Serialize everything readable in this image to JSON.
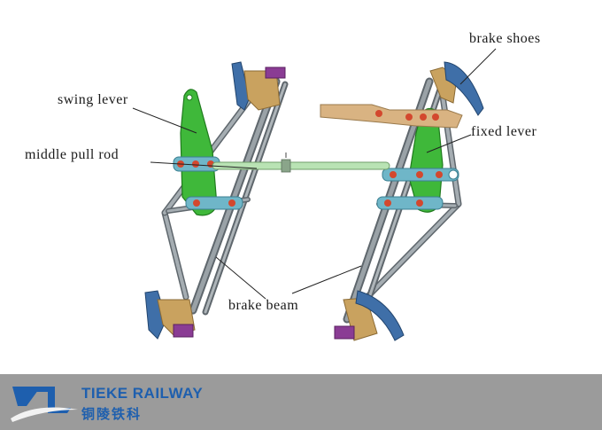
{
  "labels": {
    "brake_shoes": "brake shoes",
    "swing_lever": "swing lever",
    "fixed_lever": "fixed lever",
    "middle_pull_rod": "middle pull rod",
    "brake_beam": "brake beam"
  },
  "footer": {
    "brand_en": "TIEKE RAILWAY",
    "brand_cn": "铜陵铁科"
  },
  "colors": {
    "beam": "#8c949a",
    "beam_dark": "#5f676d",
    "lever_green": "#3fb83a",
    "pull_rod": "#b9e3b4",
    "brake_shoe": "#3f6fa8",
    "bracket": "#c9a25f",
    "fitting_red": "#d3482e",
    "end_purple": "#8a3c94",
    "arm_tan": "#d9b382",
    "clevis_blue": "#6fb6c8",
    "footer_bg": "#9b9b9b",
    "brand_blue": "#1e5fae"
  }
}
